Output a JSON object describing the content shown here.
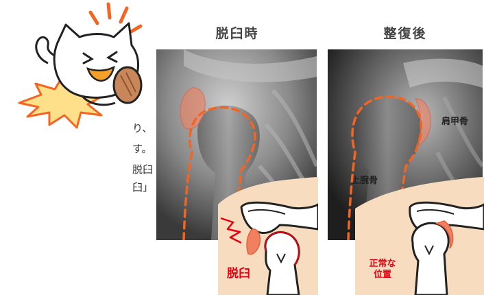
{
  "panels": {
    "left_title": "脱臼時",
    "right_title": "整復後"
  },
  "labels": {
    "dislocation": "脱臼",
    "normal_line1": "正常な",
    "normal_line2": "位置",
    "scapula": "肩甲骨",
    "humerus": "上腕骨"
  },
  "body_text": {
    "line1": "り、",
    "line2": "す。",
    "line3": "脱臼",
    "line4": "臼」"
  },
  "colors": {
    "dashed_outline": "#f26522",
    "label_red": "#e60012",
    "skin": "#f8dcc0",
    "highlight": "#f08060"
  }
}
